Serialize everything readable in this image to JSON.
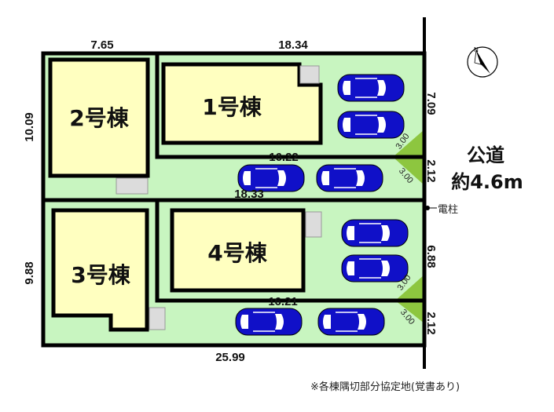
{
  "dimensions": {
    "top_left": "7.65",
    "top_right": "18.34",
    "left_upper": "10.09",
    "left_lower": "9.88",
    "right_1": "7.09",
    "right_2": "2.12",
    "right_3": "6.88",
    "right_4": "2.12",
    "inner_1": "16.22",
    "inner_2": "18.33",
    "inner_3": "16.21",
    "bottom": "25.99",
    "corner_cut": "3.00"
  },
  "buildings": {
    "b1": "1号棟",
    "b2": "2号棟",
    "b3": "3号棟",
    "b4": "4号棟"
  },
  "road": {
    "line1": "公道",
    "line2": "約4.6m"
  },
  "utility_pole": "電柱",
  "note": "※各棟隅切部分協定地(覚書あり)",
  "colors": {
    "lot": "#c8f5c0",
    "building": "#ffffc0",
    "corner_cut": "#8dc63f",
    "car": "#1010c8"
  }
}
